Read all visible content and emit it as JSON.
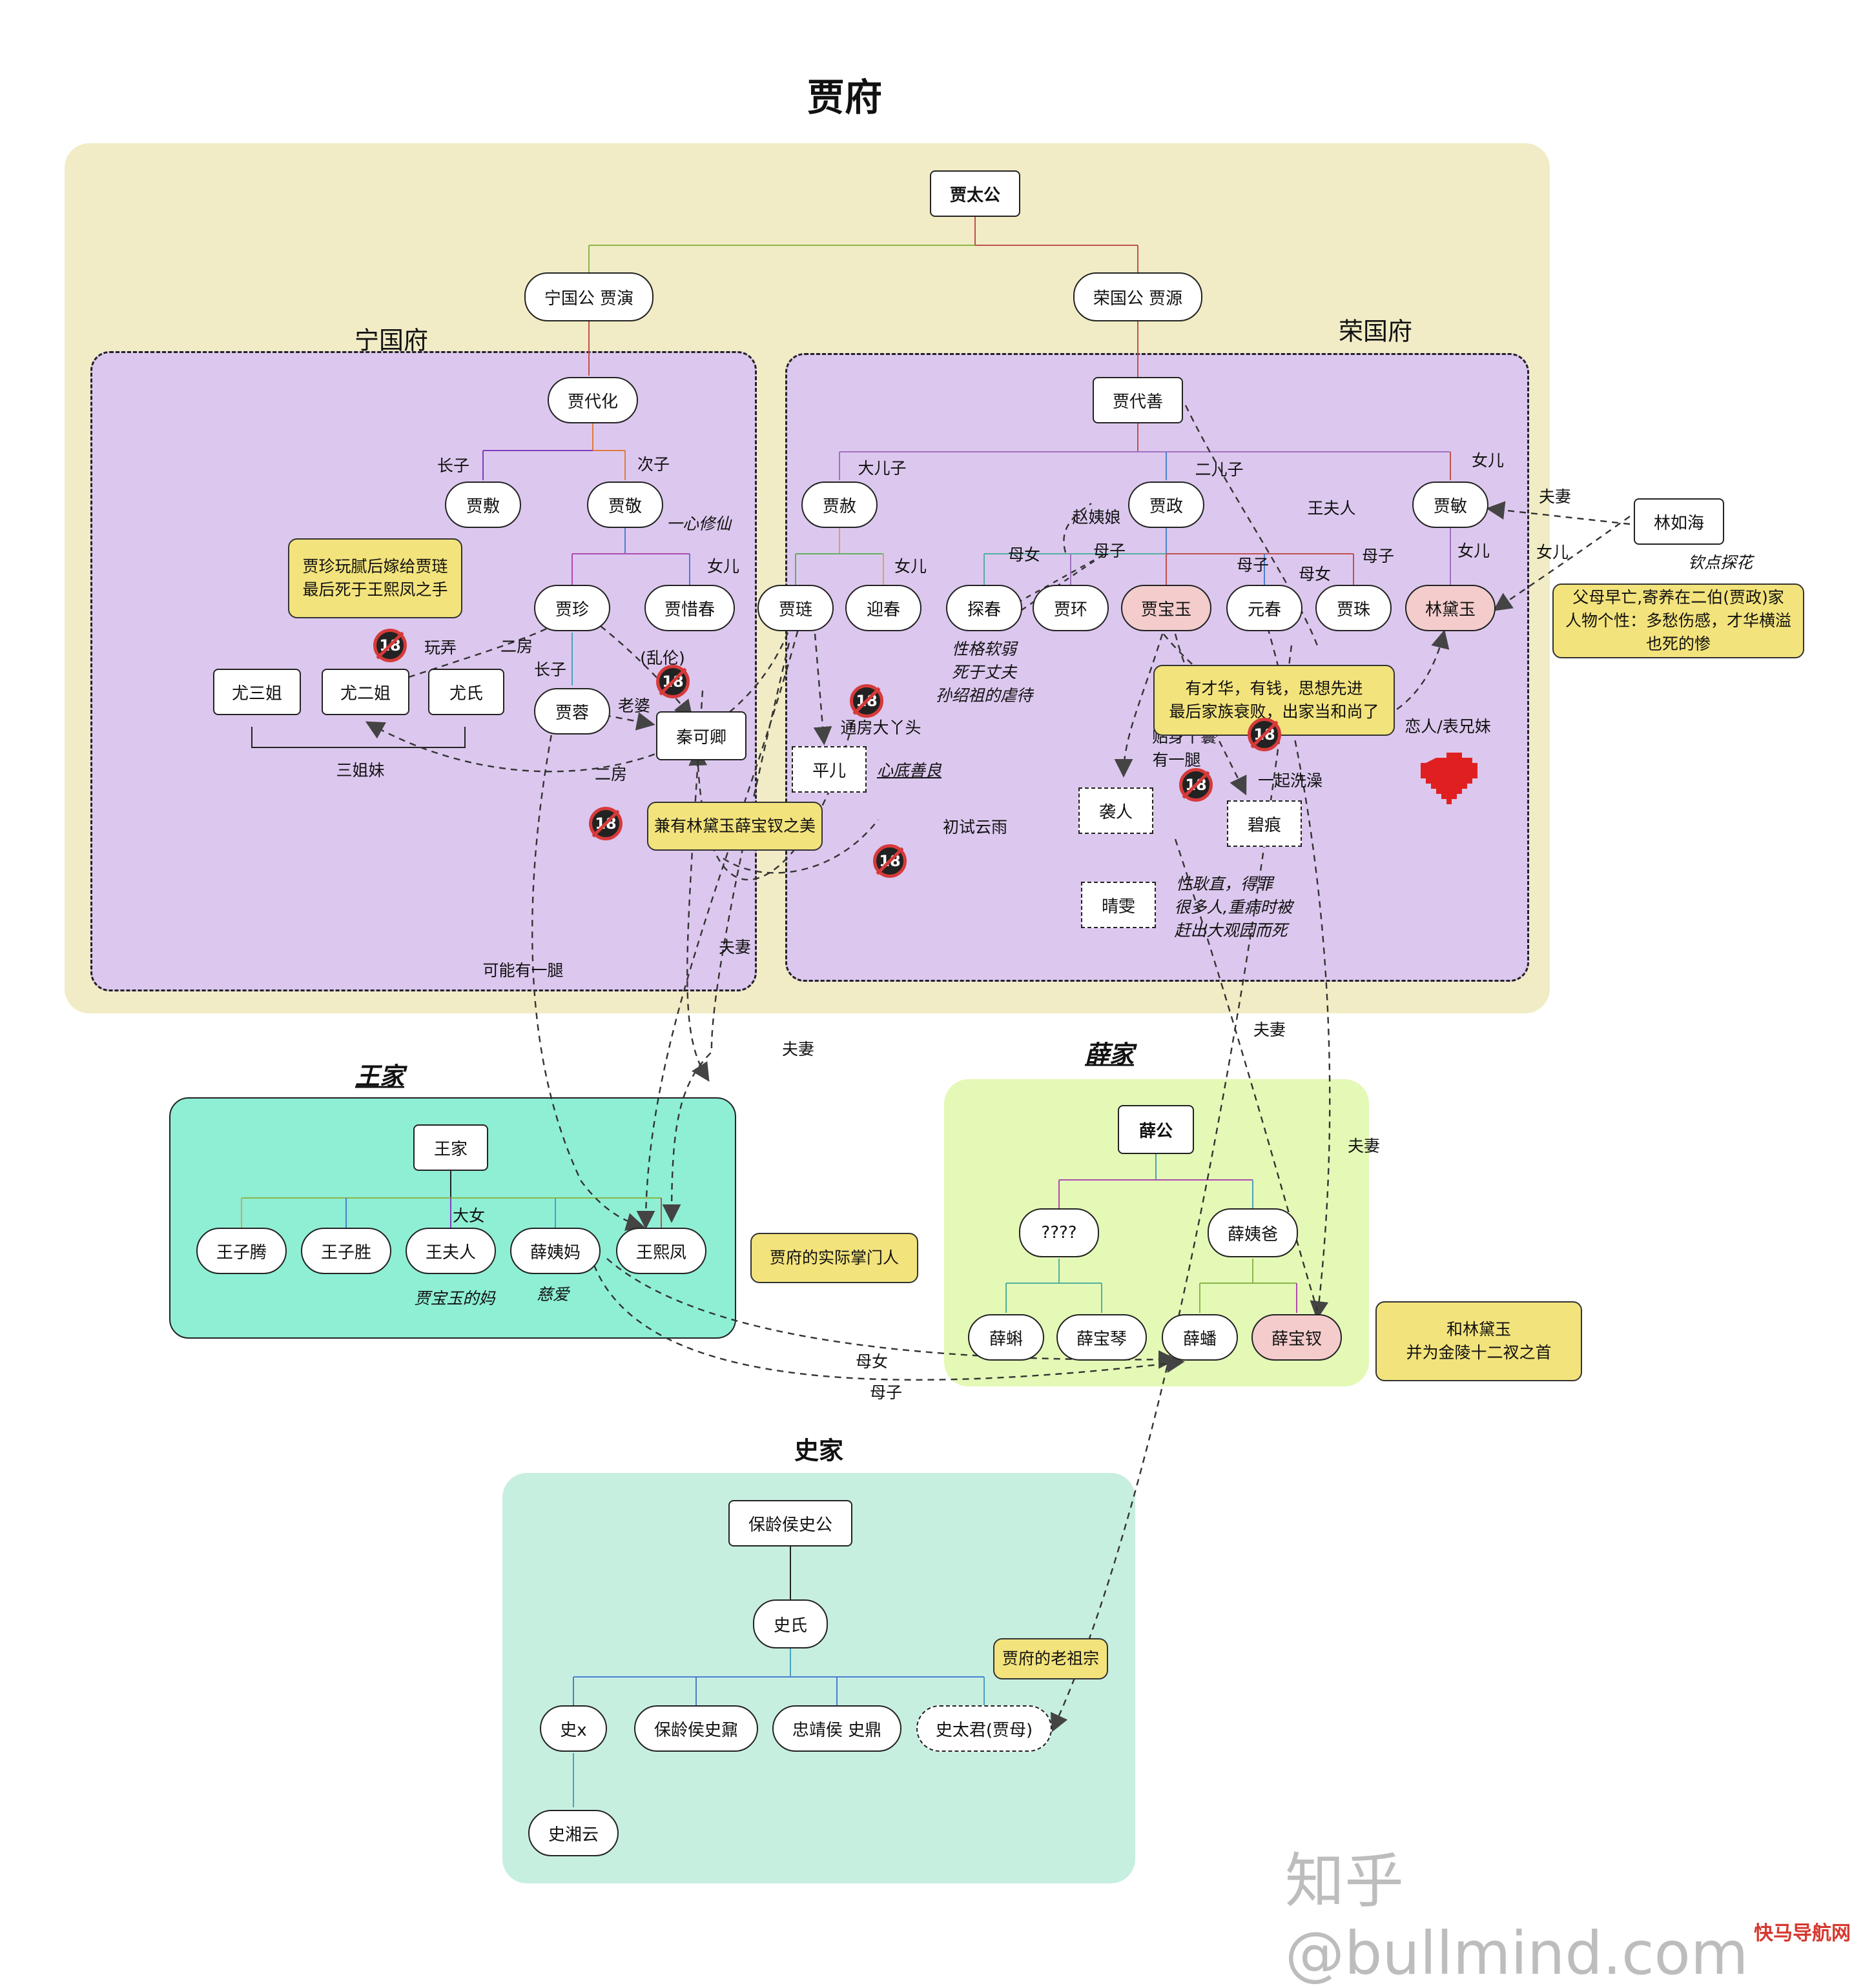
{
  "title": "贾府",
  "sections": {
    "ningguo": "宁国府",
    "rongguo": "荣国府",
    "wang": "王家",
    "xue": "薛家",
    "shi": "史家"
  },
  "colors": {
    "jia_bg": "#f1ecc5",
    "fu_bg": "#dcc8ee",
    "wang_bg": "#8eefd5",
    "xue_bg": "#e4f9b6",
    "shi_bg": "#c7efe0",
    "note": "#f3e37c",
    "pink_node": "#f4cccc",
    "badge_ring": "#d63a3a"
  },
  "nodes": {
    "jia_taigong": "贾太公",
    "ningguogong": "宁国公 贾演",
    "rongguogong": "荣国公 贾源",
    "jia_daihua": "贾代化",
    "jia_fu": "贾敷",
    "jia_jing": "贾敬",
    "jia_zhen": "贾珍",
    "jia_xichun": "贾惜春",
    "you_sanjie": "尤三姐",
    "you_erjie": "尤二姐",
    "you_shi": "尤氏",
    "jia_rong": "贾蓉",
    "qin_keqing": "秦可卿",
    "jia_daishan": "贾代善",
    "jia_she": "贾赦",
    "jia_zheng": "贾政",
    "jia_min": "贾敏",
    "lin_ruhai": "林如海",
    "jia_lian": "贾琏",
    "yingchun": "迎春",
    "tanchun": "探春",
    "jia_huan": "贾环",
    "jia_baoyu": "贾宝玉",
    "yuanchun": "元春",
    "jia_zhu": "贾珠",
    "lin_daiyu": "林黛玉",
    "ping_er": "平儿",
    "xiren": "袭人",
    "bihen": "碧痕",
    "qingwen": "晴雯",
    "wang_jia": "王家",
    "wang_ziteng": "王子腾",
    "wang_zisheng": "王子胜",
    "wang_furen": "王夫人",
    "xue_yima": "薛姨妈",
    "wang_xifeng": "王熙凤",
    "xue_gong": "薛公",
    "xue_unknown": "????",
    "xue_yiba": "薛姨爸",
    "xue_ke": "薛蝌",
    "xue_baoqin": "薛宝琴",
    "xue_pan": "薛蟠",
    "xue_baochai": "薛宝钗",
    "baolinghou_shigong": "保龄侯史公",
    "shi_shi": "史氏",
    "shi_x": "史x",
    "baolinghou_shinai": "保龄侯史鼐",
    "zhongjinghou_shiding": "忠靖侯 史鼎",
    "shi_taijun": "史太君(贾母)",
    "shi_xiangyun": "史湘云"
  },
  "labels": {
    "zhangzi1": "长子",
    "cizi": "次子",
    "yixinxiuxian": "一心修仙",
    "nver1": "女儿",
    "wannong": "玩弄",
    "erfang1": "二房",
    "zhangzi2": "长子",
    "luanlun": "(乱伦)",
    "laopo": "老婆",
    "erfang2": "二房",
    "sanjiemei": "三姐妹",
    "keneng": "可能有一腿",
    "fuqi1": "夫妻",
    "fuqi2": "夫妻",
    "fuqi3": "夫妻",
    "fuqi4": "夫妻",
    "fuqi5": "夫妻",
    "daerzi": "大儿子",
    "erer": "二儿子",
    "nver2": "女儿",
    "nver3": "女儿",
    "nver4": "女儿",
    "nver5": "女儿",
    "zhaoyiniang": "赵姨娘",
    "wangfuren_lbl": "王夫人",
    "munv1": "母女",
    "muzi1": "母子",
    "muzi2": "母子",
    "munv2": "母女",
    "muzi3": "母子",
    "munv3": "母女",
    "muzi4": "母子",
    "tanchun_desc1": "性格软弱",
    "tanchun_desc2": "死于丈夫",
    "tanchun_desc3": "孙绍祖的虐待",
    "tongfang": "通房大丫头",
    "xindi": "心底善良",
    "chushi": "初试云雨",
    "tieshen": "贴身丫鬟",
    "youyitui": "有一腿",
    "yiqixizao": "一起洗澡",
    "qingwen1": "性耿直，得罪",
    "qingwen2": "很多人,重病时被",
    "qingwen3": "赶出大观园而死",
    "lianren": "恋人/表兄妹",
    "qindian": "钦点探花",
    "dangnv": "大女",
    "baoyu_ma": "贾宝玉的妈",
    "ciai": "慈爱"
  },
  "notes": {
    "youerjie": [
      "贾珍玩腻后嫁给贾琏",
      "最后死于王熙凤之手"
    ],
    "qinkeqing": [
      "兼有林黛玉薛宝钗之美"
    ],
    "baoyu": [
      "有才华，有钱，思想先进",
      "最后家族衰败，出家当和尚了"
    ],
    "daiyu": [
      "父母早亡,寄养在二伯(贾政)家",
      "人物个性：多愁伤感，才华横溢",
      "也死的惨"
    ],
    "xifeng": [
      "贾府的实际掌门人"
    ],
    "baochai": [
      "和林黛玉",
      "并为金陵十二衩之首"
    ],
    "jiamu": [
      "贾府的老祖宗"
    ]
  },
  "badge_text": "18",
  "watermark": "知乎 @bullmind.com",
  "watermark2": "快马导航网"
}
